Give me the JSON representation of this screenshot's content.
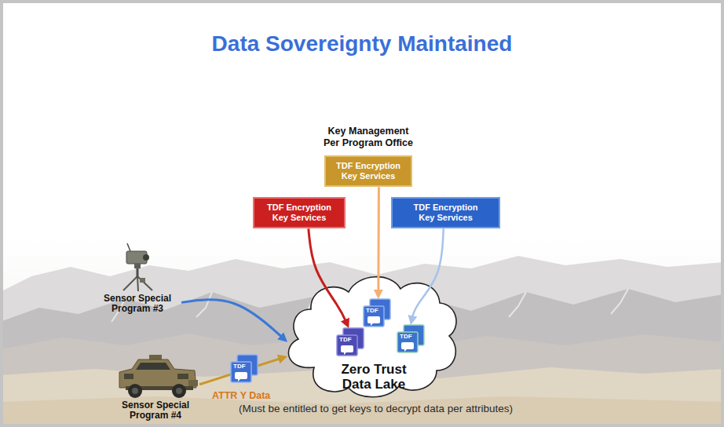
{
  "diagram": {
    "title": "Data Sovereignty Maintained",
    "nodes": [
      {
        "text": [
          "Key Management Per Program Office",
          "TDF Encryption Key Services"
        ]
      },
      {
        "text": [
          "TDF Encryption Key Services"
        ]
      },
      {
        "text": [
          "TDF Encryption Key Services"
        ]
      },
      {
        "text": [
          "Sensor Special Program #3"
        ]
      },
      {
        "text": [
          "Zero Trust Data Lake"
        ]
      },
      {
        "text": [
          "TDF"
        ],
        "in": 4
      },
      {
        "text": [
          "TDF"
        ],
        "in": 4
      },
      {
        "text": [
          "TDF"
        ],
        "in": 4
      },
      {
        "text": [
          "TDF"
        ]
      },
      {
        "text": [
          "Sensor Special Program #4"
        ]
      }
    ],
    "edges": [
      {
        "from": 1,
        "to": 6,
        "arrow": "to"
      },
      {
        "from": 0,
        "to": 5,
        "arrow": "to"
      },
      {
        "from": 2,
        "to": 7,
        "arrow": "to"
      },
      {
        "from": 3,
        "to": 4,
        "arrow": "to"
      },
      {
        "from": 9,
        "to": 4,
        "arrow": "to"
      }
    ],
    "labels": [
      "ATTR Y Data",
      "(Must be entitled to get keys to decrypt data per attributes)"
    ]
  }
}
